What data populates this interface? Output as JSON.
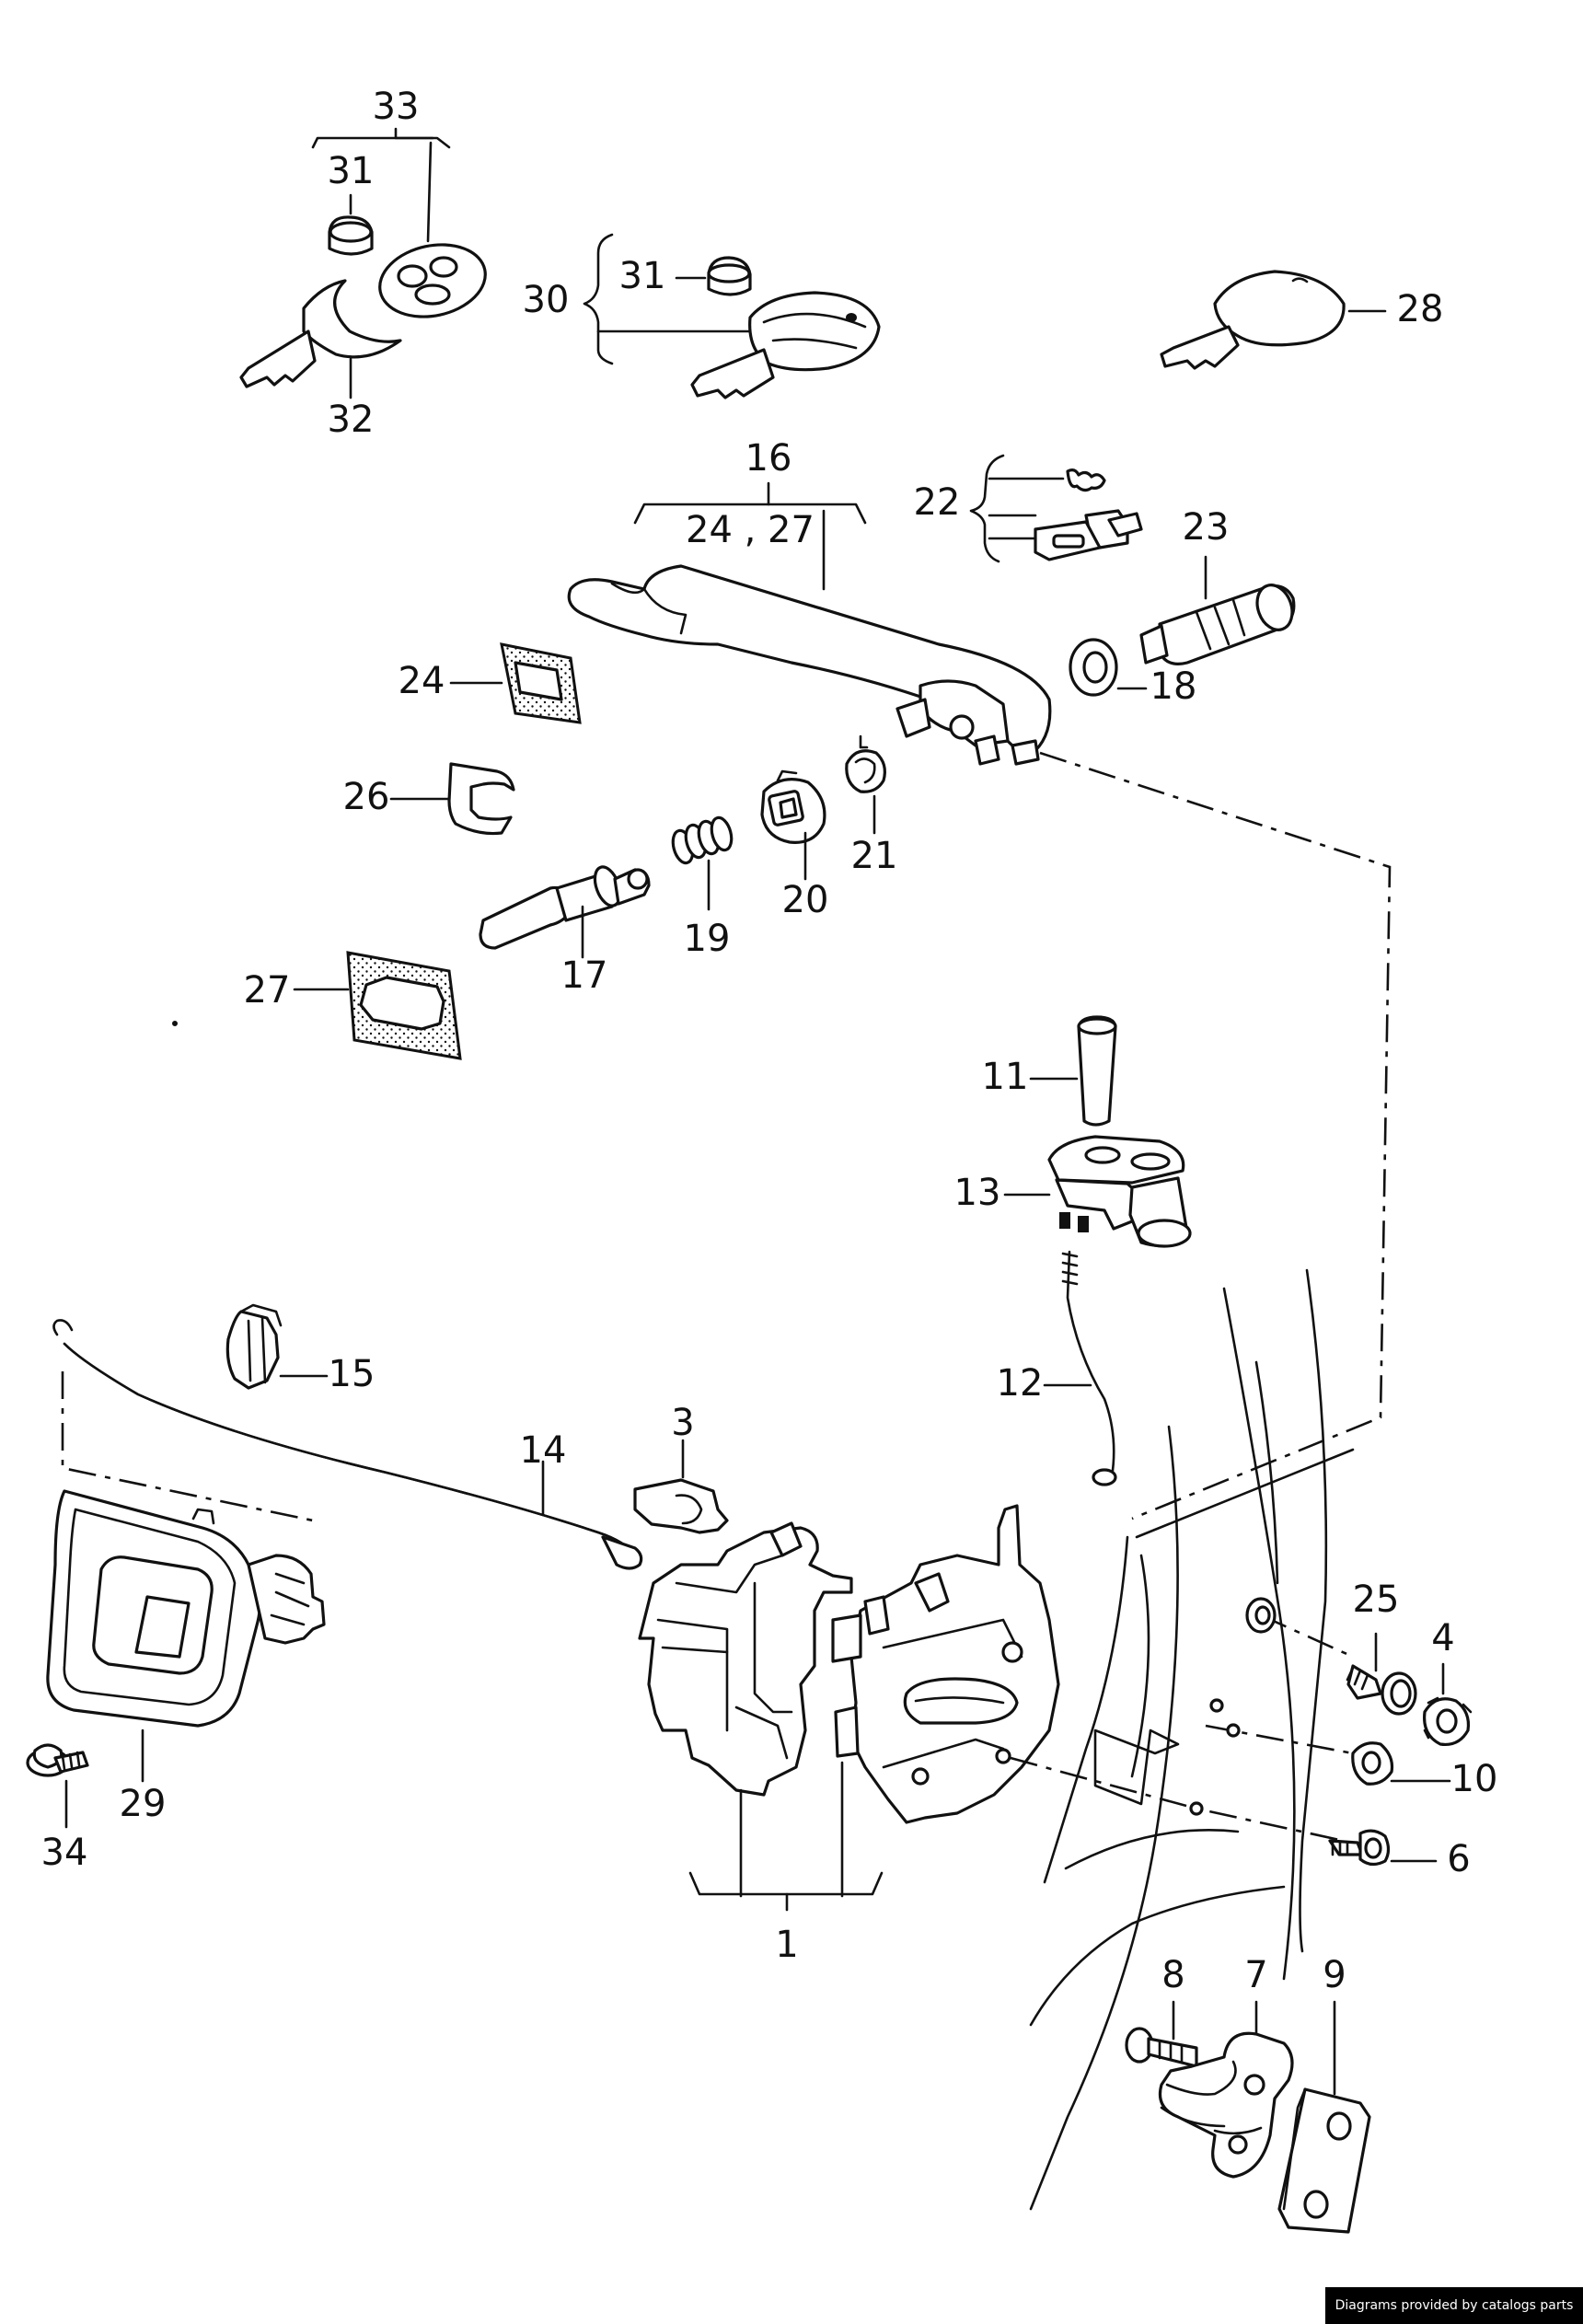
{
  "callouts": {
    "c1": "1",
    "c3": "3",
    "c4": "4",
    "c6": "6",
    "c7": "7",
    "c8": "8",
    "c9": "9",
    "c10": "10",
    "c11": "11",
    "c12": "12",
    "c13": "13",
    "c14": "14",
    "c15": "15",
    "c16": "16",
    "c16b": "24 , 27",
    "c17": "17",
    "c18": "18",
    "c19": "19",
    "c20": "20",
    "c21": "21",
    "c22": "22",
    "c23": "23",
    "c24": "24",
    "c25": "25",
    "c26": "26",
    "c27": "27",
    "c28": "28",
    "c29": "29",
    "c30": "30",
    "c31a": "31",
    "c31b": "31",
    "c32": "32",
    "c33": "33",
    "c34": "34"
  },
  "credit": "Diagrams provided by catalogs parts"
}
